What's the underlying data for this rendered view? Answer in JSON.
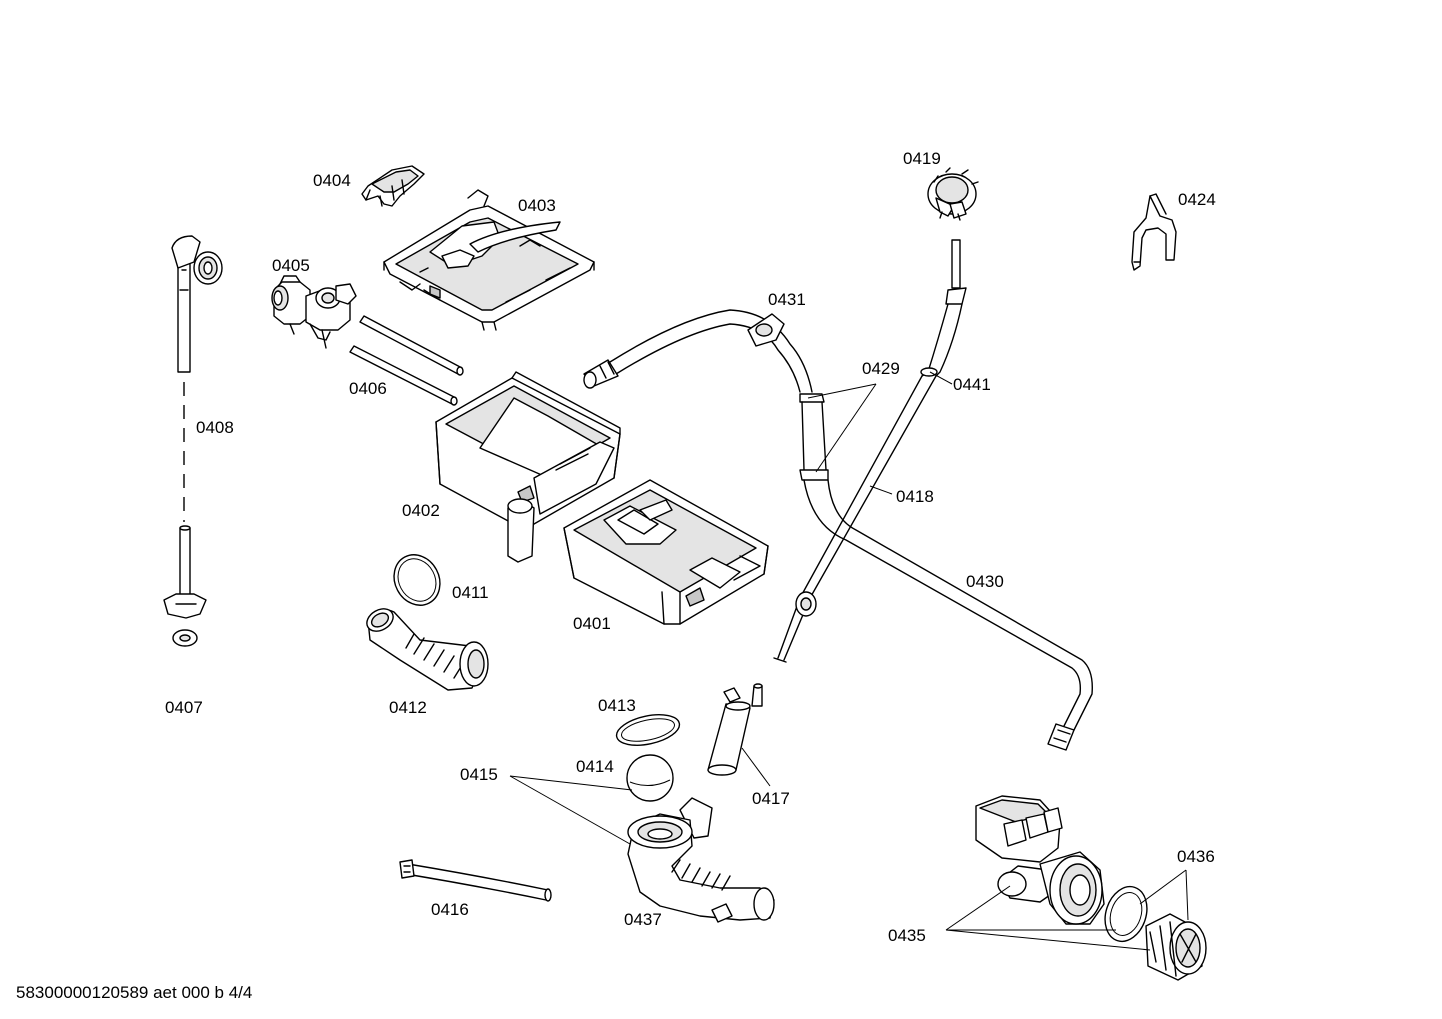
{
  "labels": {
    "p0401": "0401",
    "p0402": "0402",
    "p0403": "0403",
    "p0404": "0404",
    "p0405": "0405",
    "p0406": "0406",
    "p0407": "0407",
    "p0408": "0408",
    "p0411": "0411",
    "p0412": "0412",
    "p0413": "0413",
    "p0414": "0414",
    "p0415": "0415",
    "p0416": "0416",
    "p0417": "0417",
    "p0418": "0418",
    "p0419": "0419",
    "p0424": "0424",
    "p0429": "0429",
    "p0430": "0430",
    "p0431": "0431",
    "p0435": "0435",
    "p0436": "0436",
    "p0437": "0437",
    "p0441": "0441"
  },
  "footer": "58300000120589 aet 000 b 4/4"
}
